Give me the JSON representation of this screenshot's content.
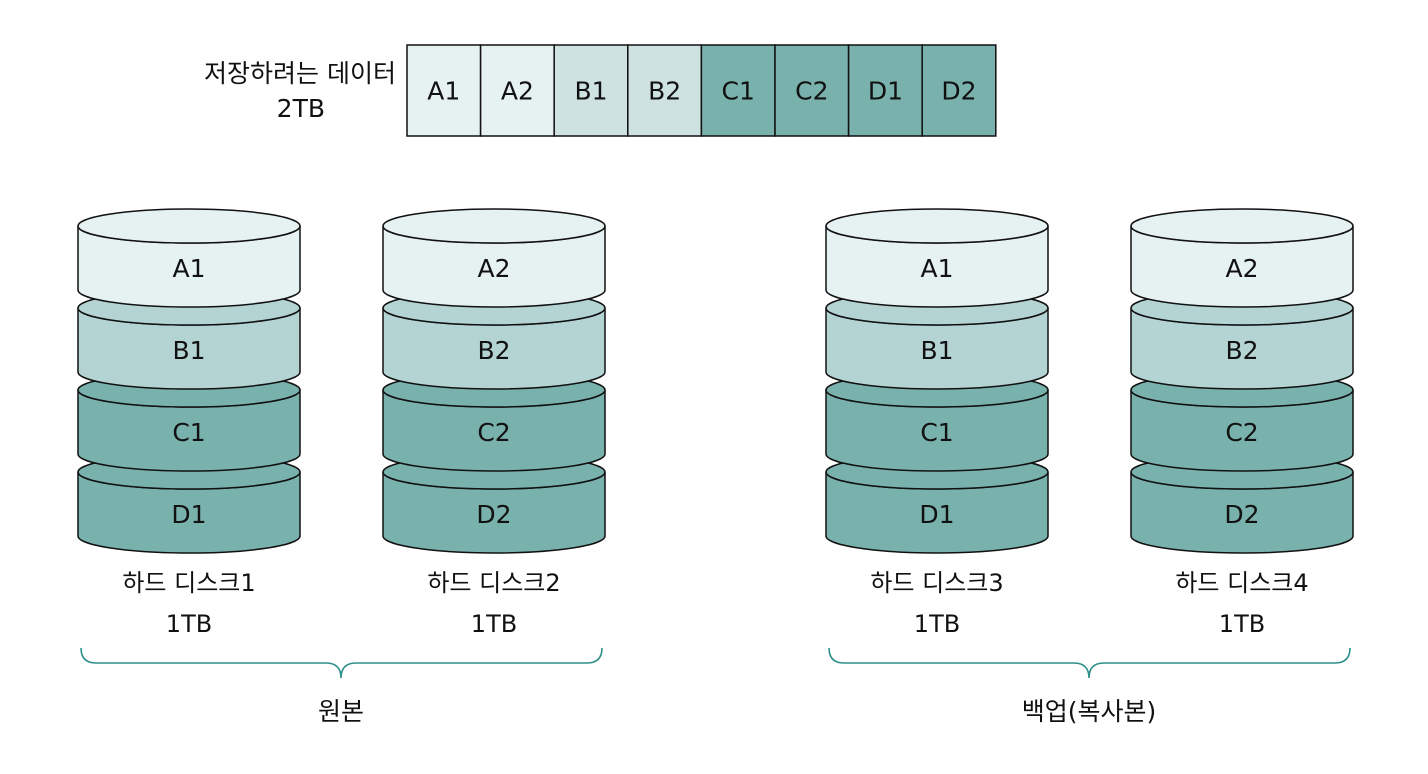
{
  "data_label": {
    "line1": "저장하려는 데이터",
    "line2": "2TB"
  },
  "data_strip": {
    "blocks": [
      {
        "label": "A1",
        "color": "#e6f1f1"
      },
      {
        "label": "A2",
        "color": "#e6f1f1"
      },
      {
        "label": "B1",
        "color": "#cde2e1"
      },
      {
        "label": "B2",
        "color": "#cde2e1"
      },
      {
        "label": "C1",
        "color": "#79b1ad"
      },
      {
        "label": "C2",
        "color": "#79b1ad"
      },
      {
        "label": "D1",
        "color": "#79b1ad"
      },
      {
        "label": "D2",
        "color": "#79b1ad"
      }
    ]
  },
  "colors": {
    "level_a": "#e6f1f1",
    "level_b": "#b4d4d3",
    "level_c": "#79b1ad",
    "level_d": "#79b1ad",
    "outline": "#111111",
    "brace": "#2f8f8a"
  },
  "disks": [
    {
      "name": "하드 디스크1",
      "capacity": "1TB",
      "segments": [
        "A1",
        "B1",
        "C1",
        "D1"
      ]
    },
    {
      "name": "하드 디스크2",
      "capacity": "1TB",
      "segments": [
        "A2",
        "B2",
        "C2",
        "D2"
      ]
    },
    {
      "name": "하드 디스크3",
      "capacity": "1TB",
      "segments": [
        "A1",
        "B1",
        "C1",
        "D1"
      ]
    },
    {
      "name": "하드 디스크4",
      "capacity": "1TB",
      "segments": [
        "A2",
        "B2",
        "C2",
        "D2"
      ]
    }
  ],
  "groups": [
    {
      "label": "원본"
    },
    {
      "label": "백업(복사본)"
    }
  ]
}
